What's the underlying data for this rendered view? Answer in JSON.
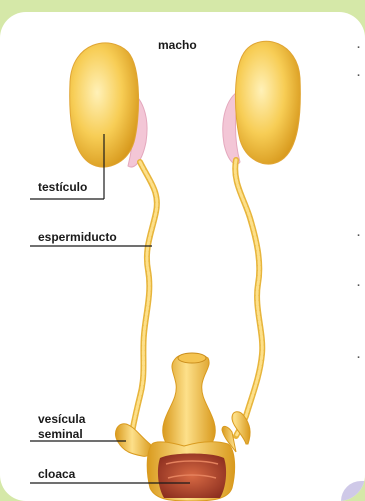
{
  "labels": {
    "title": "macho",
    "testis": "testículo",
    "vas_deferens": "espermiducto",
    "seminal_vesicle_line1": "vesícula",
    "seminal_vesicle_line2": "seminal",
    "cloaca": "cloaca"
  },
  "colors": {
    "page_background": "#d5e8a8",
    "panel_background": "#ffffff",
    "organ_yellow": "#f6c64a",
    "organ_highlight": "#fde68a",
    "organ_shadow": "#d99a1e",
    "epididymis_pink": "#f3c6d6",
    "cloaca_red": "#b54a2e",
    "label_line": "#1a1a1a"
  }
}
